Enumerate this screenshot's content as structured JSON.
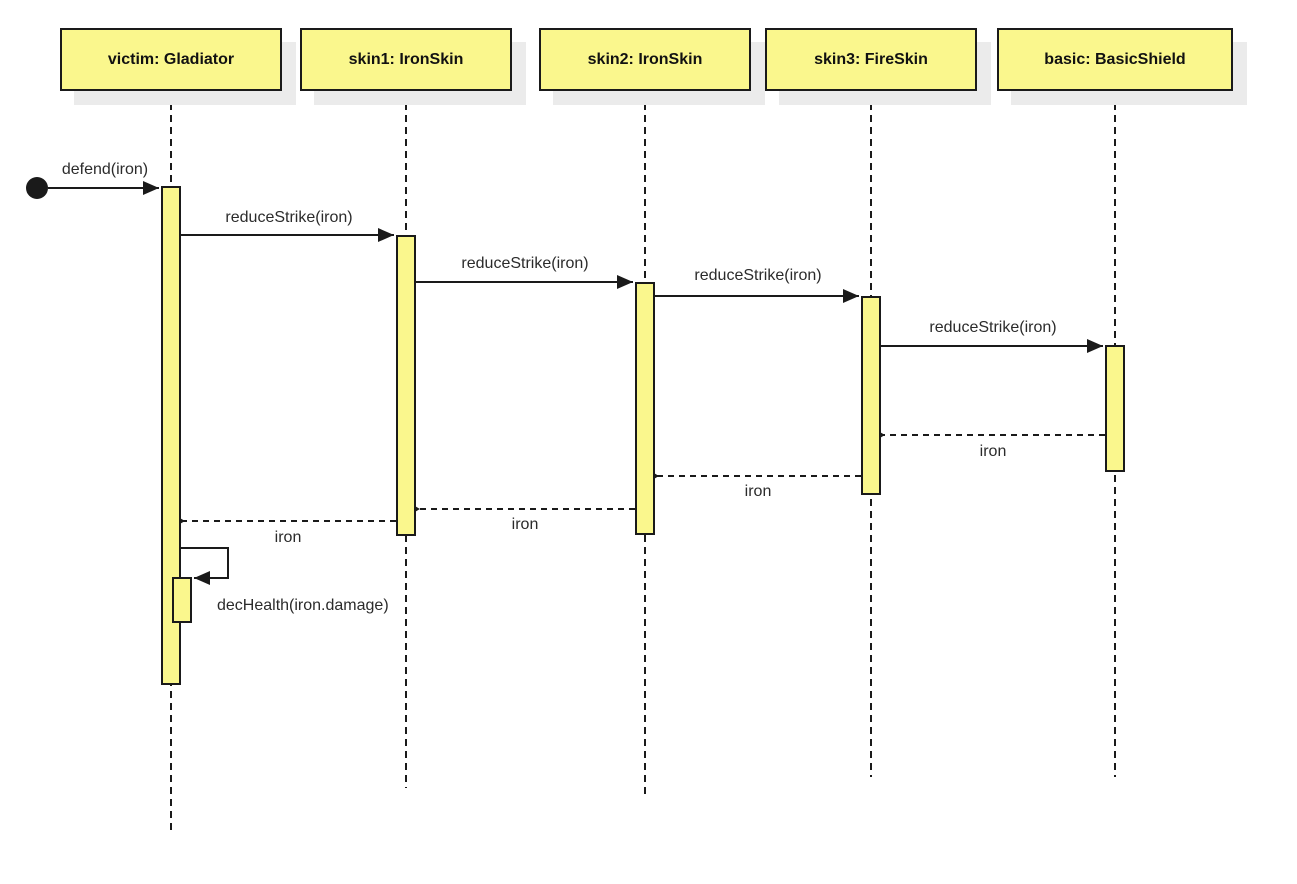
{
  "diagram": {
    "type": "uml-sequence-diagram",
    "actors": [
      {
        "id": "victim",
        "label": "victim: Gladiator"
      },
      {
        "id": "skin1",
        "label": "skin1: IronSkin"
      },
      {
        "id": "skin2",
        "label": "skin2: IronSkin"
      },
      {
        "id": "skin3",
        "label": "skin3: FireSkin"
      },
      {
        "id": "basic",
        "label": "basic: BasicShield"
      }
    ],
    "messages": [
      {
        "label": "defend(iron)",
        "from": "start-point",
        "to": "victim: Gladiator",
        "kind": "found-call"
      },
      {
        "label": "reduceStrike(iron)",
        "from": "victim: Gladiator",
        "to": "skin1: IronSkin",
        "kind": "sync-call"
      },
      {
        "label": "reduceStrike(iron)",
        "from": "skin1: IronSkin",
        "to": "skin2: IronSkin",
        "kind": "sync-call"
      },
      {
        "label": "reduceStrike(iron)",
        "from": "skin2: IronSkin",
        "to": "skin3: FireSkin",
        "kind": "sync-call"
      },
      {
        "label": "reduceStrike(iron)",
        "from": "skin3: FireSkin",
        "to": "basic: BasicShield",
        "kind": "sync-call"
      },
      {
        "label": "iron",
        "from": "basic: BasicShield",
        "to": "skin3: FireSkin",
        "kind": "return"
      },
      {
        "label": "iron",
        "from": "skin3: FireSkin",
        "to": "skin2: IronSkin",
        "kind": "return"
      },
      {
        "label": "iron",
        "from": "skin2: IronSkin",
        "to": "skin1: IronSkin",
        "kind": "return"
      },
      {
        "label": "iron",
        "from": "skin1: IronSkin",
        "to": "victim: Gladiator",
        "kind": "return"
      },
      {
        "label": "decHealth(iron.damage)",
        "from": "victim: Gladiator",
        "to": "victim: Gladiator",
        "kind": "self-call"
      }
    ],
    "colors": {
      "activation_fill": "#FAF78D",
      "line": "#1A1A1A",
      "text": "#2B2B2B",
      "shadow": "#EBEBEB",
      "background": "#FFFFFF"
    }
  }
}
